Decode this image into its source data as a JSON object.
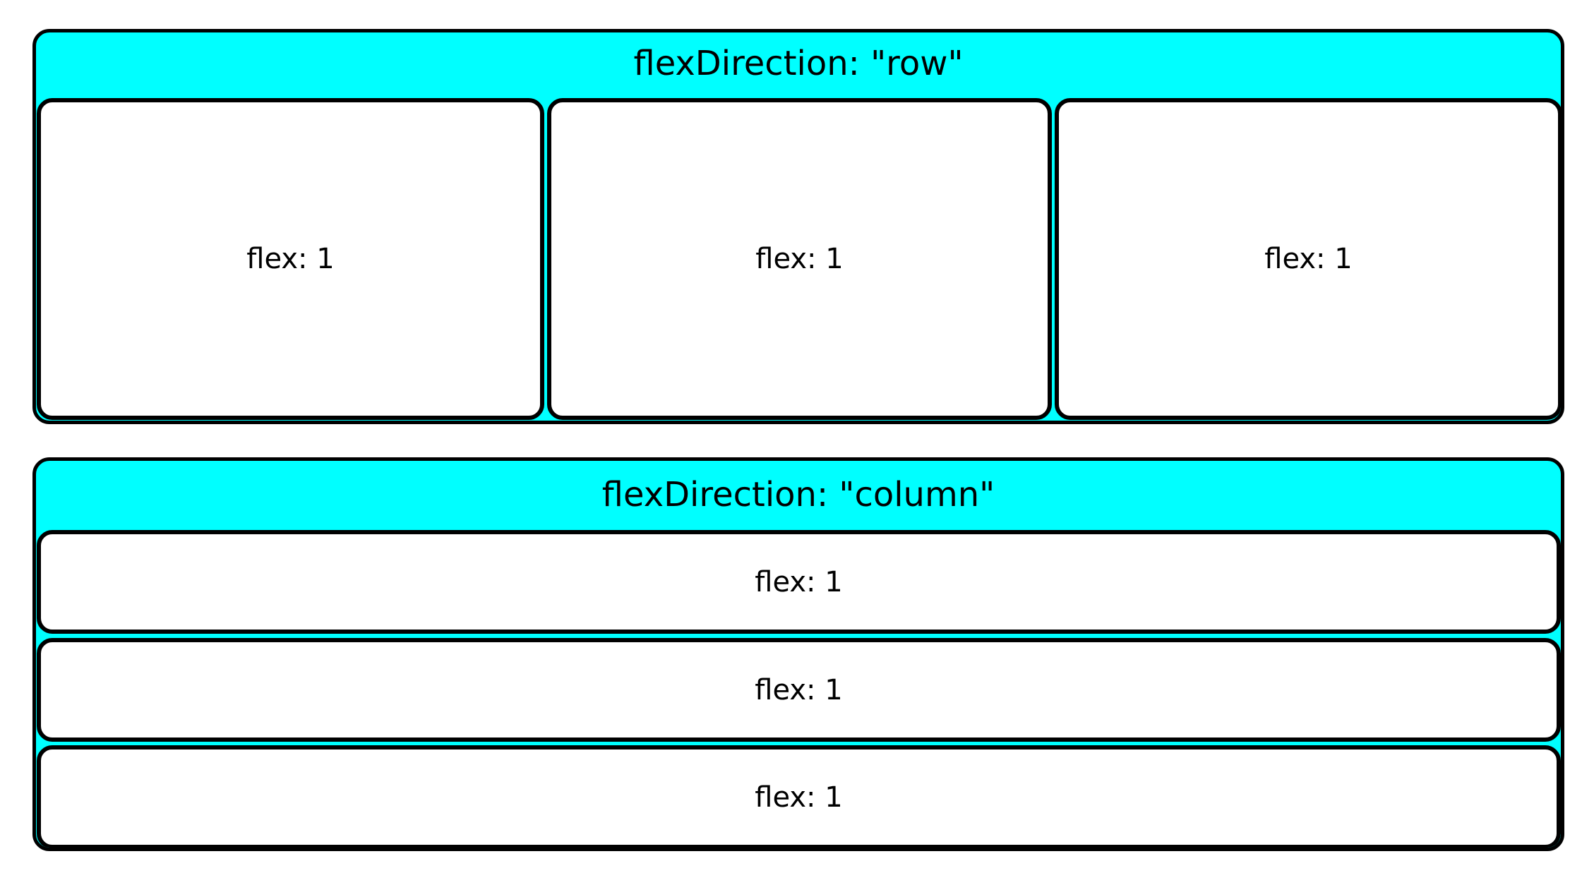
{
  "colors": {
    "panel_background": "#00ffff",
    "box_background": "#ffffff",
    "border": "#000000",
    "text": "#000000"
  },
  "row_panel": {
    "title": "flexDirection: \"row\"",
    "boxes": [
      {
        "label": "flex: 1"
      },
      {
        "label": "flex: 1"
      },
      {
        "label": "flex: 1"
      }
    ]
  },
  "column_panel": {
    "title": "flexDirection: \"column\"",
    "boxes": [
      {
        "label": "flex: 1"
      },
      {
        "label": "flex: 1"
      },
      {
        "label": "flex: 1"
      }
    ]
  }
}
